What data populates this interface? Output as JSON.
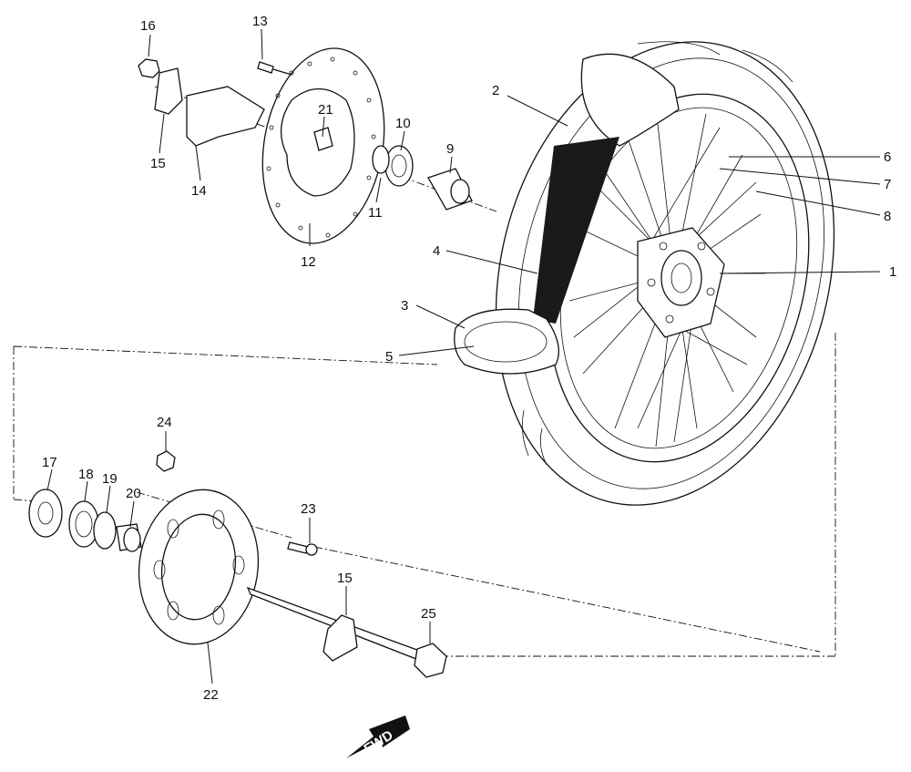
{
  "diagram": {
    "callouts": [
      "1",
      "2",
      "3",
      "4",
      "5",
      "6",
      "7",
      "8",
      "9",
      "10",
      "11",
      "12",
      "13",
      "14",
      "15",
      "16",
      "17",
      "18",
      "19",
      "20",
      "21",
      "22",
      "23",
      "24",
      "25"
    ],
    "callout_15_second": "15",
    "fwd_label": "FWD"
  },
  "colors": {
    "line": "#111111",
    "background": "#ffffff"
  }
}
